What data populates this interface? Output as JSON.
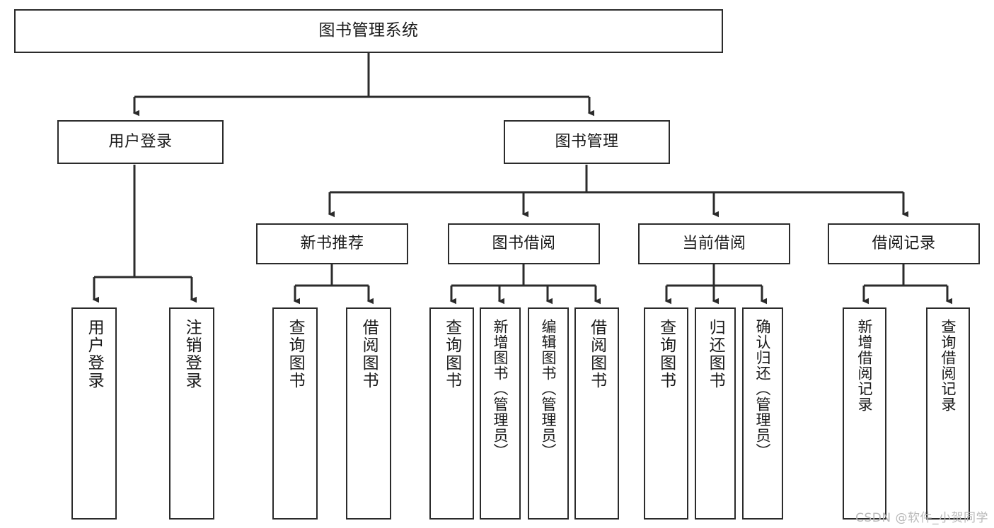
{
  "diagram": {
    "title": "图书管理系统",
    "type": "tree-hierarchy-diagram",
    "orientation": "top-down",
    "colors": {
      "box_border": "#2b2b2b",
      "box_fill": "#ffffff",
      "edge": "#2b2b2b",
      "text": "#1a1a1a",
      "watermark": "#b9b9b9",
      "background": "#ffffff"
    },
    "watermark": "CSDN @软件_小贺同学"
  },
  "nodes": {
    "root": {
      "label": "图书管理系统"
    },
    "level2": [
      {
        "id": "user-login",
        "label": "用户登录"
      },
      {
        "id": "book-management",
        "label": "图书管理"
      }
    ],
    "level3": [
      {
        "id": "new-book-recommend",
        "label": "新书推荐"
      },
      {
        "id": "book-borrow",
        "label": "图书借阅"
      },
      {
        "id": "current-borrow",
        "label": "当前借阅"
      },
      {
        "id": "borrow-record",
        "label": "借阅记录"
      }
    ],
    "leaves": {
      "user_login": [
        {
          "id": "leaf-user-login",
          "label": "用户登录"
        },
        {
          "id": "leaf-logout-login",
          "label": "注销登录"
        }
      ],
      "new_book_recommend": [
        {
          "id": "leaf-query-book-1",
          "label": "查询图书"
        },
        {
          "id": "leaf-borrow-book-1",
          "label": "借阅图书"
        }
      ],
      "book_borrow": [
        {
          "id": "leaf-query-book-2",
          "label": "查询图书"
        },
        {
          "id": "leaf-add-book",
          "label": "新增图书（管理员）"
        },
        {
          "id": "leaf-edit-book",
          "label": "编辑图书（管理员）"
        },
        {
          "id": "leaf-borrow-book-2",
          "label": "借阅图书"
        }
      ],
      "current_borrow": [
        {
          "id": "leaf-query-book-3",
          "label": "查询图书"
        },
        {
          "id": "leaf-return-book",
          "label": "归还图书"
        },
        {
          "id": "leaf-confirm-return",
          "label": "确认归还（管理员）"
        }
      ],
      "borrow_record": [
        {
          "id": "leaf-add-record",
          "label": "新增借阅记录"
        },
        {
          "id": "leaf-query-record",
          "label": "查询借阅记录"
        }
      ]
    }
  },
  "chart_data": {
    "type": "table",
    "title": "图书管理系统",
    "tree": {
      "name": "图书管理系统",
      "children": [
        {
          "name": "用户登录",
          "children": [
            {
              "name": "用户登录"
            },
            {
              "name": "注销登录"
            }
          ]
        },
        {
          "name": "图书管理",
          "children": [
            {
              "name": "新书推荐",
              "children": [
                {
                  "name": "查询图书"
                },
                {
                  "name": "借阅图书"
                }
              ]
            },
            {
              "name": "图书借阅",
              "children": [
                {
                  "name": "查询图书"
                },
                {
                  "name": "新增图书（管理员）"
                },
                {
                  "name": "编辑图书（管理员）"
                },
                {
                  "name": "借阅图书"
                }
              ]
            },
            {
              "name": "当前借阅",
              "children": [
                {
                  "name": "查询图书"
                },
                {
                  "name": "归还图书"
                },
                {
                  "name": "确认归还（管理员）"
                }
              ]
            },
            {
              "name": "借阅记录",
              "children": [
                {
                  "name": "新增借阅记录"
                },
                {
                  "name": "查询借阅记录"
                }
              ]
            }
          ]
        }
      ]
    }
  }
}
